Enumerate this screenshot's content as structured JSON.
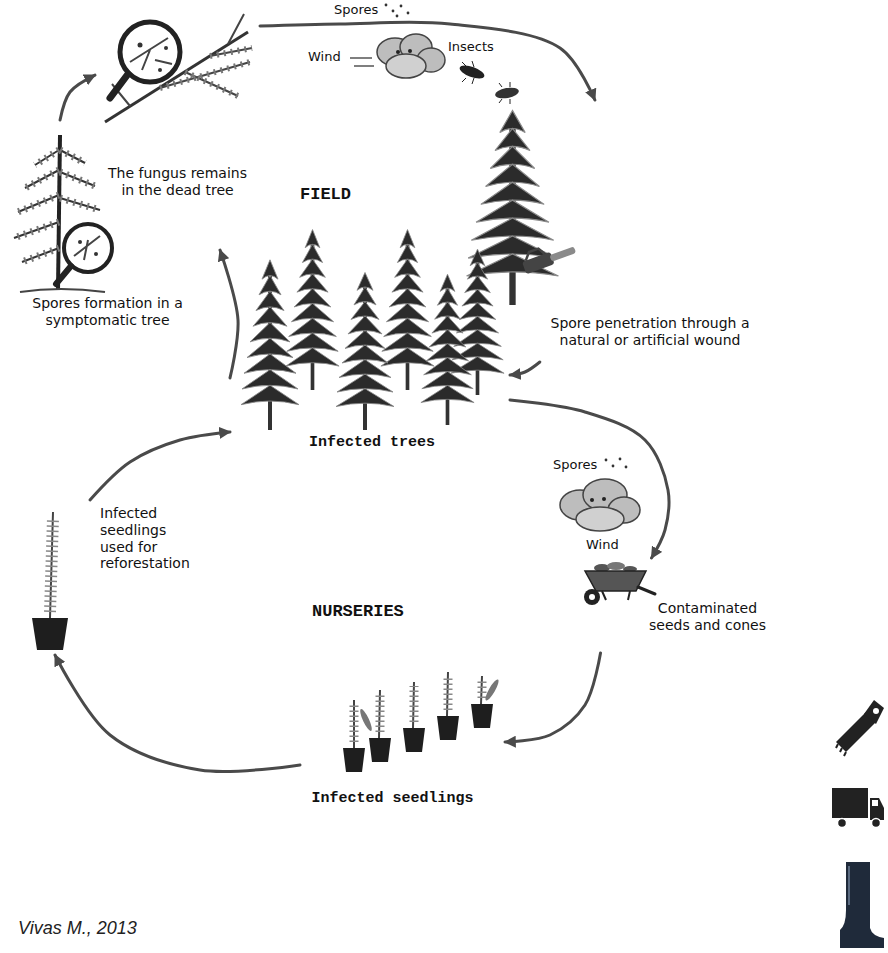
{
  "diagram": {
    "nodes": [
      {
        "text": [
          "The fungus remains in the dead tree"
        ]
      },
      {
        "text": [
          "Spores formation in a symptomatic tree"
        ]
      },
      {
        "text": [
          "Spore penetration through a natural or artificial wound"
        ]
      },
      {
        "text": [
          "Infected trees"
        ]
      },
      {
        "text": [
          "Infected seedlings used for reforestation"
        ]
      },
      {
        "text": [
          "Contaminated seeds and cones"
        ]
      },
      {
        "text": [
          "Infected seedlings"
        ]
      }
    ],
    "edges": [
      {
        "from": 0,
        "to": 2,
        "arrow": "to"
      },
      {
        "from": 2,
        "to": 3,
        "arrow": "to"
      },
      {
        "from": 3,
        "to": 1,
        "arrow": "to"
      },
      {
        "from": 1,
        "to": 0,
        "arrow": "to"
      },
      {
        "from": 3,
        "to": 5,
        "arrow": "to"
      },
      {
        "from": 5,
        "to": 6,
        "arrow": "to"
      },
      {
        "from": 6,
        "to": 4,
        "arrow": "to"
      },
      {
        "from": 4,
        "to": 3,
        "arrow": "to"
      }
    ],
    "labels": [
      "Spores",
      "Wind",
      "Insects",
      "FIELD",
      "Spores",
      "Wind",
      "NURSERIES",
      "Vivas M., 2013"
    ]
  }
}
